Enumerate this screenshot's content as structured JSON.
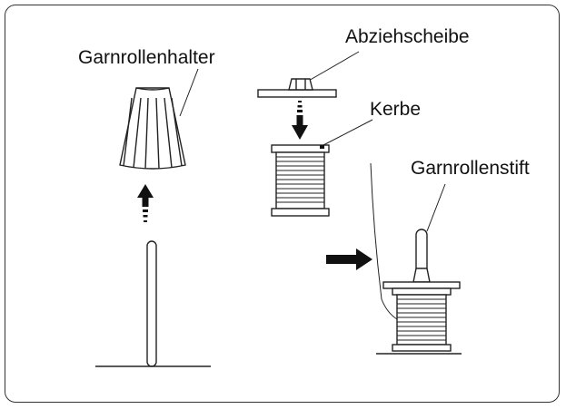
{
  "labels": {
    "spool_cap": "Garnrollenhalter",
    "unwind_disc": "Abziehscheibe",
    "notch": "Kerbe",
    "spool_pin": "Garnrollenstift"
  },
  "colors": {
    "line": "#222222",
    "arrow": "#111111",
    "frame": "#333333"
  }
}
